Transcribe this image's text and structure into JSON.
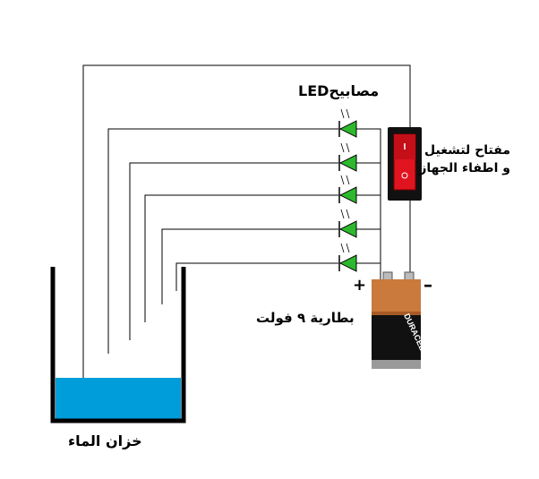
{
  "labels": {
    "leds": "مصابيحLED",
    "switch_line1": "مفتاح لتشغيل",
    "switch_line2": "و اطفاء الجهاز",
    "battery": "بطارية ٩ فولت",
    "tank": "خزان الماء",
    "plus": "+",
    "minus": "–",
    "battery_brand": "DURACELL"
  },
  "colors": {
    "wire": "#000000",
    "water": "#009ddb",
    "led": "#2eb82e",
    "switch_body": "#111111",
    "switch_rocker": "#e0141f",
    "battery_copper": "#c97a3c"
  },
  "led_count": 5
}
